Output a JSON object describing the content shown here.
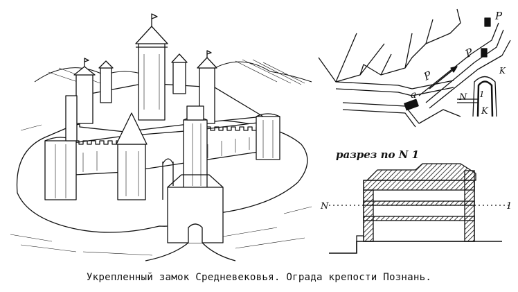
{
  "caption": "Укрепленный замок Средневековья. Ограда крепости Познань.",
  "plan_labels": {
    "p1": "P",
    "p2": "P",
    "p3": "P",
    "a": "a",
    "k_upper": "K",
    "k_lower": "K",
    "n": "N",
    "one": "1"
  },
  "section_labels": {
    "title": "разрез по N 1",
    "n": "N",
    "one": "1"
  },
  "colors": {
    "ink": "#111111",
    "paper": "#ffffff"
  }
}
